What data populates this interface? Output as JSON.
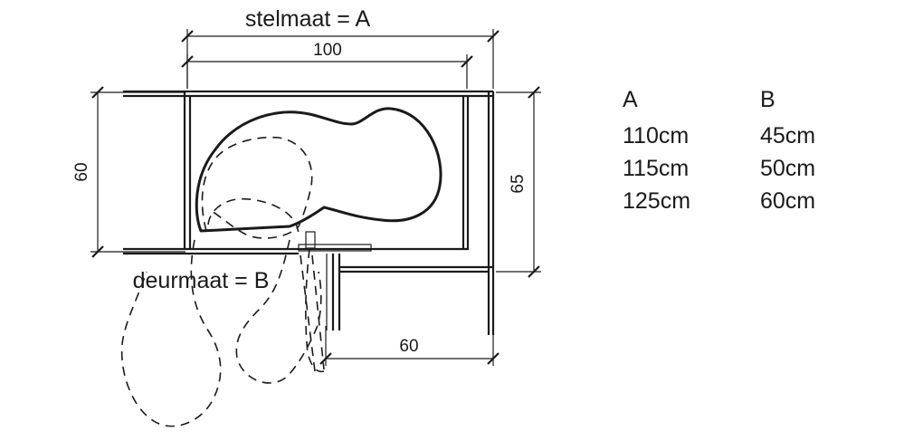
{
  "labels": {
    "stelmaat": "stelmaat = A",
    "deurmaat": "deurmaat = B",
    "dim_width_inner": "100",
    "dim_depth_left": "60",
    "dim_depth_right": "65",
    "dim_adjacent": "60"
  },
  "table": {
    "headers": [
      "A",
      "B"
    ],
    "rows": [
      [
        "110cm",
        "45cm"
      ],
      [
        "115cm",
        "50cm"
      ],
      [
        "125cm",
        "60cm"
      ]
    ]
  }
}
